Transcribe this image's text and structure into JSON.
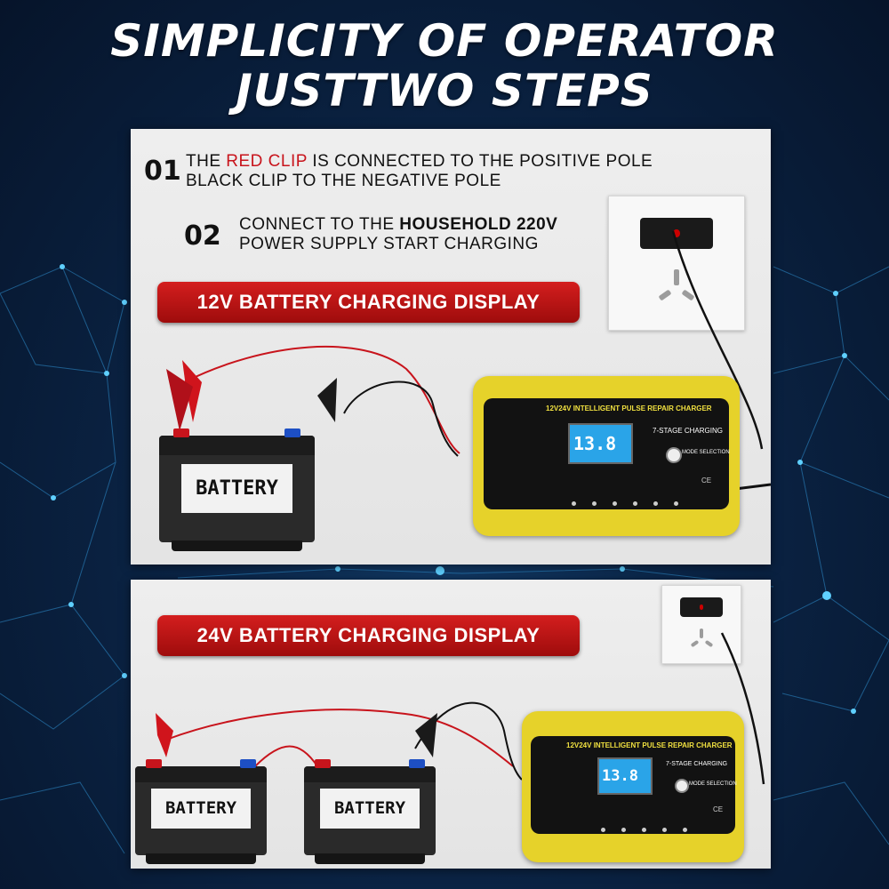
{
  "headline": {
    "line1": "SIMPLICITY OF OPERATOR",
    "line2": "JUSTTWO STEPS"
  },
  "steps": [
    {
      "number": "01",
      "line1_before": "THE ",
      "line1_highlight": "RED CLIP",
      "line1_after": " IS CONNECTED TO THE POSITIVE POLE",
      "line2": "BLACK CLIP TO THE NEGATIVE POLE"
    },
    {
      "number": "02",
      "line1_before": "CONNECT TO THE ",
      "line1_bold": "HOUSEHOLD 220V",
      "line2": "POWER SUPPLY START CHARGING"
    }
  ],
  "banners": {
    "display_12v": "12V BATTERY CHARGING DISPLAY",
    "display_24v": "24V BATTERY CHARGING DISPLAY"
  },
  "battery_label": "BATTERY",
  "charger": {
    "title": "12V24V INTELLIGENT PULSE REPAIR CHARGER",
    "stage_text": "7-STAGE CHARGING",
    "lcd_value": "13.8",
    "mode_label": "MODE SELECTION",
    "ce_mark": "CE"
  },
  "colors": {
    "clip_red": "#c8141c",
    "charger_yellow": "#e6d22a",
    "banner_red": "#b8121a",
    "lcd_blue": "#2aa4e8"
  }
}
